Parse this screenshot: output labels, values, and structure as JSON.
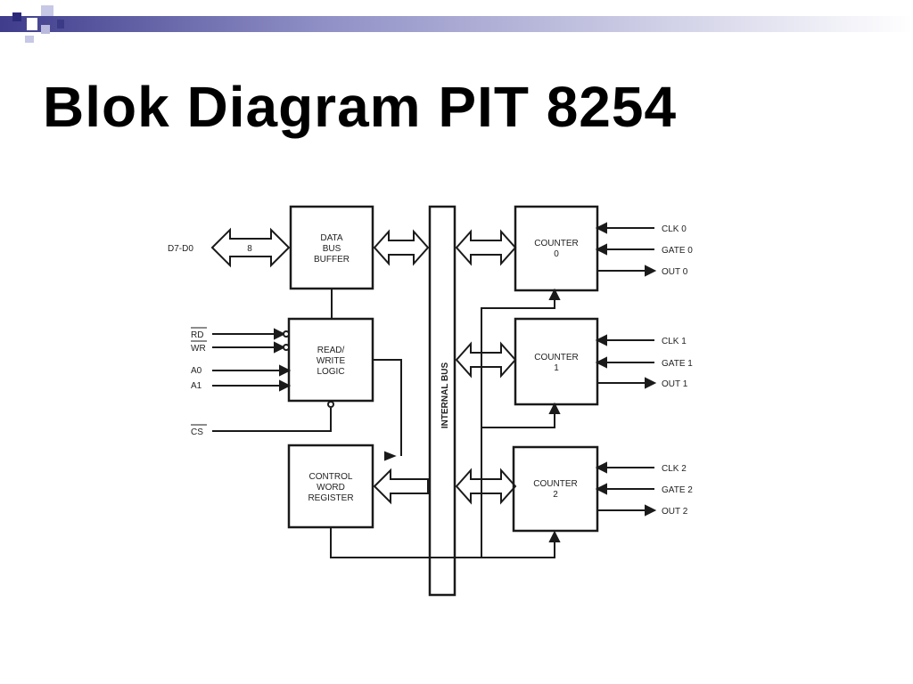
{
  "slide": {
    "title": "Blok Diagram PIT 8254"
  },
  "colors": {
    "accent_navy": "#2b2a7a",
    "accent_lavender": "#9b9bd0",
    "line": "#1a1a1a"
  },
  "diagram": {
    "blocks": {
      "data_bus_buffer": [
        "DATA",
        "BUS",
        "BUFFER"
      ],
      "read_write_logic": [
        "READ/",
        "WRITE",
        "LOGIC"
      ],
      "control_word_register": [
        "CONTROL",
        "WORD",
        "REGISTER"
      ],
      "counter_0": [
        "COUNTER",
        "0"
      ],
      "counter_1": [
        "COUNTER",
        "1"
      ],
      "counter_2": [
        "COUNTER",
        "2"
      ]
    },
    "internal_bus_label": "INTERNAL BUS",
    "data_bus_width": "8",
    "inputs": {
      "data_pins": "D7-D0",
      "rd": "RD",
      "wr": "WR",
      "a0": "A0",
      "a1": "A1",
      "cs": "CS"
    },
    "counter_signals": {
      "clk0": "CLK 0",
      "gate0": "GATE 0",
      "out0": "OUT 0",
      "clk1": "CLK 1",
      "gate1": "GATE 1",
      "out1": "OUT 1",
      "clk2": "CLK 2",
      "gate2": "GATE 2",
      "out2": "OUT 2"
    }
  }
}
